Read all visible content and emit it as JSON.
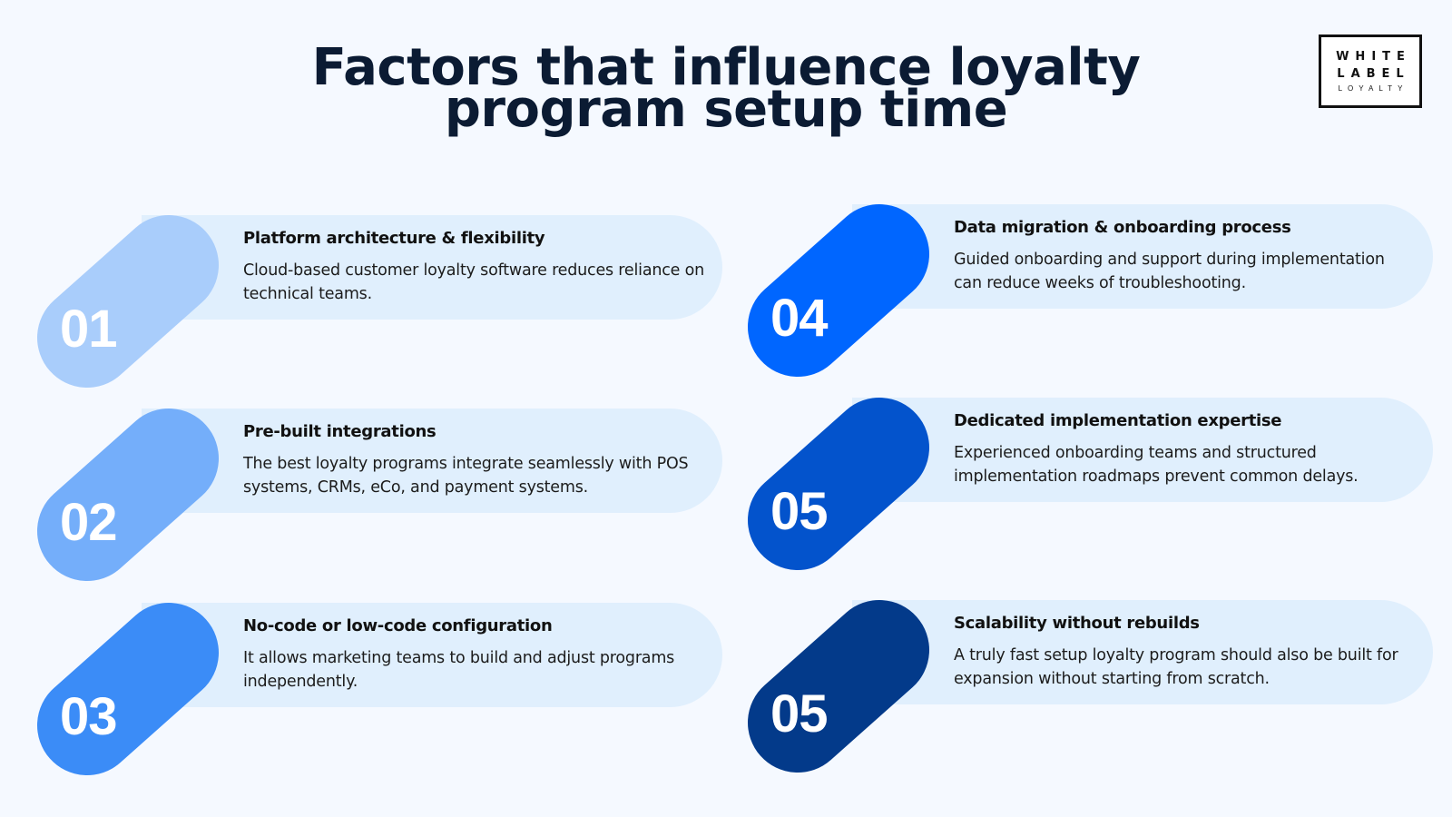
{
  "title": {
    "line1": "Factors that influence loyalty",
    "line2": "program setup time"
  },
  "logo": {
    "line1": "WHITE",
    "line2": "LABEL",
    "line3": "LOYALTY"
  },
  "factors": [
    {
      "number": "01",
      "heading": "Platform architecture & flexibility",
      "description": "Cloud-based customer loyalty software reduces reliance on technical teams.",
      "color": "#a9cdfb"
    },
    {
      "number": "02",
      "heading": "Pre-built integrations",
      "description": "The best loyalty programs integrate seamlessly with POS systems, CRMs, eCo, and payment systems.",
      "color": "#74aefa"
    },
    {
      "number": "03",
      "heading": "No-code or low-code configuration",
      "description": "It allows marketing teams to build and adjust programs independently.",
      "color": "#3b8cf7"
    },
    {
      "number": "04",
      "heading": "Data migration & onboarding process",
      "description": "Guided onboarding and support during implementation can reduce weeks of troubleshooting.",
      "color": "#0066ff"
    },
    {
      "number": "05",
      "heading": "Dedicated implementation expertise",
      "description": "Experienced onboarding teams and structured implementation roadmaps prevent common delays.",
      "color": "#0353cc"
    },
    {
      "number": "05",
      "heading": "Scalability without rebuilds",
      "description": "A truly fast setup loyalty program should also be built for expansion without starting from scratch.",
      "color": "#033a8a"
    }
  ],
  "colors": {
    "background": "#f5f9ff",
    "card_bar": "#e0effd",
    "title": "#0b1b33"
  }
}
